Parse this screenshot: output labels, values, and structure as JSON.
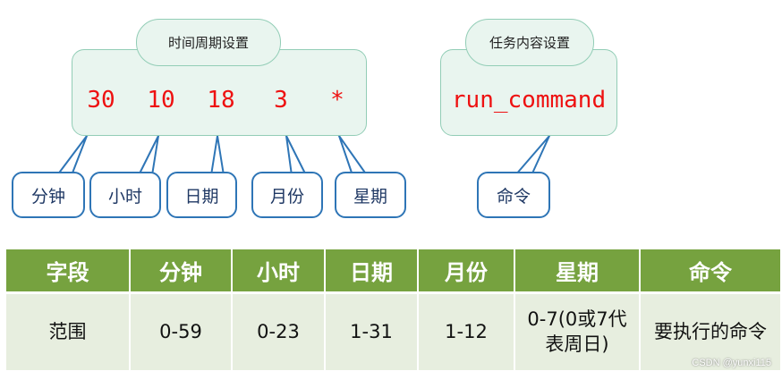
{
  "time_section": {
    "title": "时间周期设置",
    "values": [
      "30",
      "10",
      "18",
      "3",
      "*"
    ],
    "labels": [
      "分钟",
      "小时",
      "日期",
      "月份",
      "星期"
    ]
  },
  "task_section": {
    "title": "任务内容设置",
    "value": "run_command",
    "label": "命令"
  },
  "table": {
    "headers": [
      "字段",
      "分钟",
      "小时",
      "日期",
      "月份",
      "星期",
      "命令"
    ],
    "row": [
      "范围",
      "0-59",
      "0-23",
      "1-31",
      "1-12",
      "0-7(0或7代表周日)",
      "要执行的命令"
    ]
  },
  "watermark": "CSDN @yunxi115",
  "colors": {
    "value_red": "#ee1111",
    "box_fill": "#e9f5ef",
    "label_border": "#2e75b6",
    "header_green": "#76a23f",
    "row_fill": "#e7eedf"
  }
}
